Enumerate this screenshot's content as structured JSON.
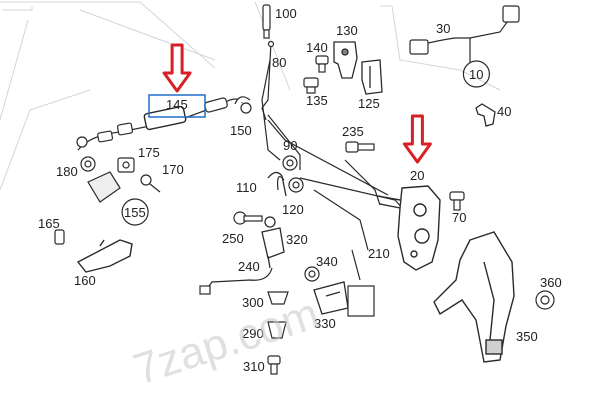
{
  "watermark": "7zap.com",
  "highlight_color": "#1f6fc7",
  "arrow_color": "#d81f26",
  "line_color": "#2a2a2a",
  "part_labels": [
    "100",
    "130",
    "30",
    "140",
    "80",
    "10",
    "135",
    "125",
    "145",
    "40",
    "150",
    "90",
    "235",
    "175",
    "170",
    "180",
    "20",
    "110",
    "120",
    "70",
    "165",
    "155",
    "250",
    "320",
    "210",
    "160",
    "240",
    "340",
    "300",
    "330",
    "360",
    "290",
    "350",
    "310"
  ],
  "circled_labels": [
    "10",
    "155"
  ],
  "highlighted_label": "145",
  "arrow_targets": [
    "145",
    "20"
  ]
}
